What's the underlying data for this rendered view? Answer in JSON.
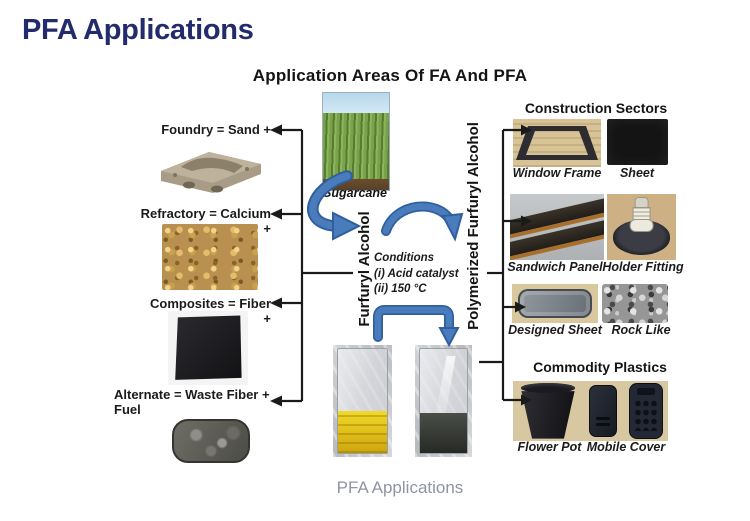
{
  "page": {
    "title": "PFA Applications",
    "caption": "PFA Applications",
    "colors": {
      "title_navy": "#232b6d",
      "caption_gray": "#8e94a6",
      "arrow_blue": "#4a7cbc",
      "connector_black": "#1a1a1a"
    }
  },
  "diagram": {
    "title": "Application Areas Of FA And PFA",
    "source_label": "Sugarcane",
    "fa_label": "Furfuryl Alcohol",
    "pfa_label": "Polymerized Furfuryl Alcohol",
    "conditions": {
      "heading": "Conditions",
      "item1": "(i) Acid catalyst",
      "item2": "(ii) 150 °C"
    },
    "left_items": [
      {
        "label": "Foundry = Sand +",
        "image": "sand-mold-photo"
      },
      {
        "label": "Refractory = Calcium +",
        "image": "calcium-granules-photo"
      },
      {
        "label": "Composites = Fiber +",
        "image": "fiber-composite-sheet-photo"
      },
      {
        "label": "Alternate = Waste Fiber + Fuel",
        "image": "fuel-briquette-photo"
      }
    ],
    "beakers": [
      {
        "name": "furfuryl-alcohol-beaker",
        "liquid": "yellow"
      },
      {
        "name": "polymerized-pfa-beaker",
        "liquid": "dark"
      }
    ],
    "right_sections": [
      {
        "heading": "Construction Sectors",
        "items": [
          {
            "label": "Window Frame"
          },
          {
            "label": "Sheet"
          },
          {
            "label": "Sandwich Panel"
          },
          {
            "label": "Holder Fitting"
          },
          {
            "label": "Designed Sheet"
          },
          {
            "label": "Rock Like"
          }
        ]
      },
      {
        "heading": "Commodity Plastics",
        "items": [
          {
            "label": "Flower Pot"
          },
          {
            "label": "Mobile Cover"
          }
        ]
      }
    ]
  }
}
